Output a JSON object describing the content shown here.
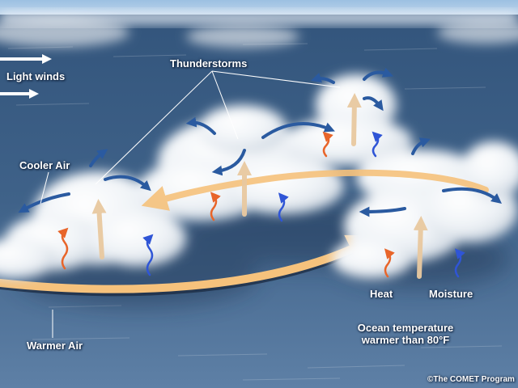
{
  "labels": {
    "light_winds": "Light winds",
    "thunderstorms": "Thunderstorms",
    "cooler_air": "Cooler Air",
    "warmer_air": "Warmer Air",
    "heat": "Heat",
    "moisture": "Moisture",
    "ocean_line1": "Ocean temperature",
    "ocean_line2": "warmer than 80°F",
    "credit": "©The COMET Program"
  },
  "colors": {
    "ocean": "#3d5f85",
    "cloud": "#ffffff",
    "cool_arrow": "#2a5aa0",
    "warm_arrow": "#f6c27c",
    "heat_arrow": "#e8652a",
    "moisture_arrow": "#2f55d6",
    "updraft_arrow": "#e9c9a0",
    "wind_arrow": "#ffffff"
  }
}
